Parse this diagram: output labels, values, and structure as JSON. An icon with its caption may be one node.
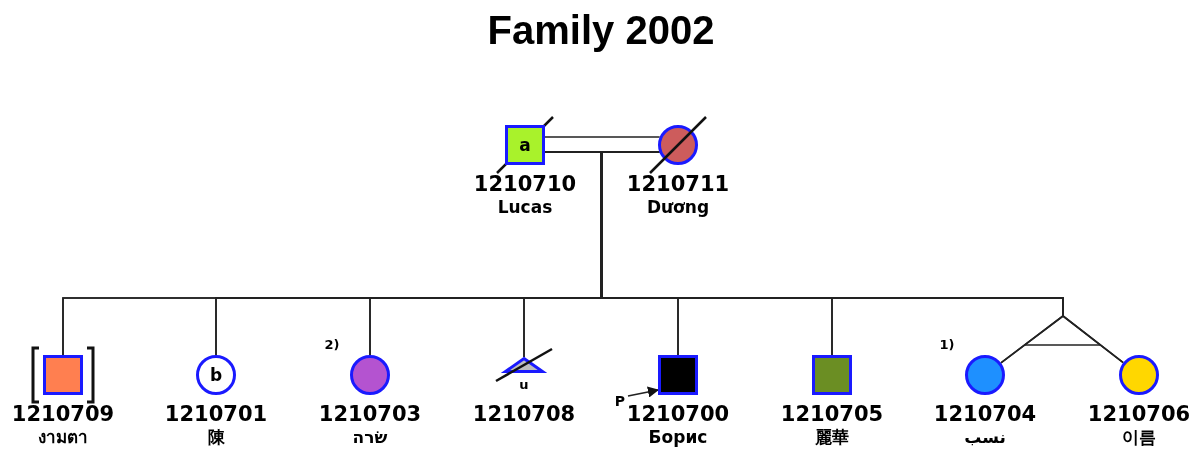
{
  "diagram": {
    "title": "Family 2002",
    "nodes": [
      {
        "text": [
          "a"
        ],
        "beside": [
          "1210710",
          "Lucas"
        ]
      },
      {
        "text": [],
        "shape": "circle",
        "beside": [
          "1210711",
          "Dương"
        ]
      },
      {
        "text": [],
        "shape": "box",
        "beside": [
          "1210709",
          "งามตา"
        ]
      },
      {
        "text": [
          "b"
        ],
        "beside": [
          "1210701",
          "陳"
        ]
      },
      {
        "text": [],
        "shape": "circle",
        "beside": [
          "2)",
          "1210703",
          "שׂרה"
        ]
      },
      {
        "text": [],
        "shape": "triangle",
        "beside": [
          "u",
          "1210708"
        ]
      },
      {
        "text": [
          "P"
        ]
      },
      {
        "text": [],
        "shape": "box",
        "beside": [
          "1210700",
          "Борис"
        ]
      },
      {
        "text": [],
        "shape": "box",
        "beside": [
          "1210705",
          "麗華"
        ]
      },
      {
        "text": [],
        "shape": "circle",
        "beside": [
          "1)",
          "1210704",
          "نسب"
        ]
      },
      {
        "text": [],
        "shape": "circle",
        "beside": [
          "1210706",
          "이름"
        ]
      }
    ],
    "edges": [
      {
        "from": 0,
        "to": 1,
        "arrow": "none"
      },
      {
        "from": 0,
        "to": 2,
        "arrow": "none"
      },
      {
        "from": 0,
        "to": 3,
        "arrow": "none"
      },
      {
        "from": 0,
        "to": 4,
        "arrow": "none"
      },
      {
        "from": 0,
        "to": 5,
        "arrow": "none"
      },
      {
        "from": 0,
        "to": 7,
        "arrow": "none"
      },
      {
        "from": 0,
        "to": 8,
        "arrow": "none"
      },
      {
        "from": 0,
        "to": 9,
        "arrow": "none"
      },
      {
        "from": 0,
        "to": 10,
        "arrow": "none"
      },
      {
        "from": 1,
        "to": 2,
        "arrow": "none"
      },
      {
        "from": 1,
        "to": 3,
        "arrow": "none"
      },
      {
        "from": 1,
        "to": 4,
        "arrow": "none"
      },
      {
        "from": 1,
        "to": 5,
        "arrow": "none"
      },
      {
        "from": 1,
        "to": 7,
        "arrow": "none"
      },
      {
        "from": 1,
        "to": 8,
        "arrow": "none"
      },
      {
        "from": 1,
        "to": 9,
        "arrow": "none"
      },
      {
        "from": 1,
        "to": 10,
        "arrow": "none"
      },
      {
        "from": 6,
        "to": 7,
        "arrow": "to"
      }
    ]
  }
}
